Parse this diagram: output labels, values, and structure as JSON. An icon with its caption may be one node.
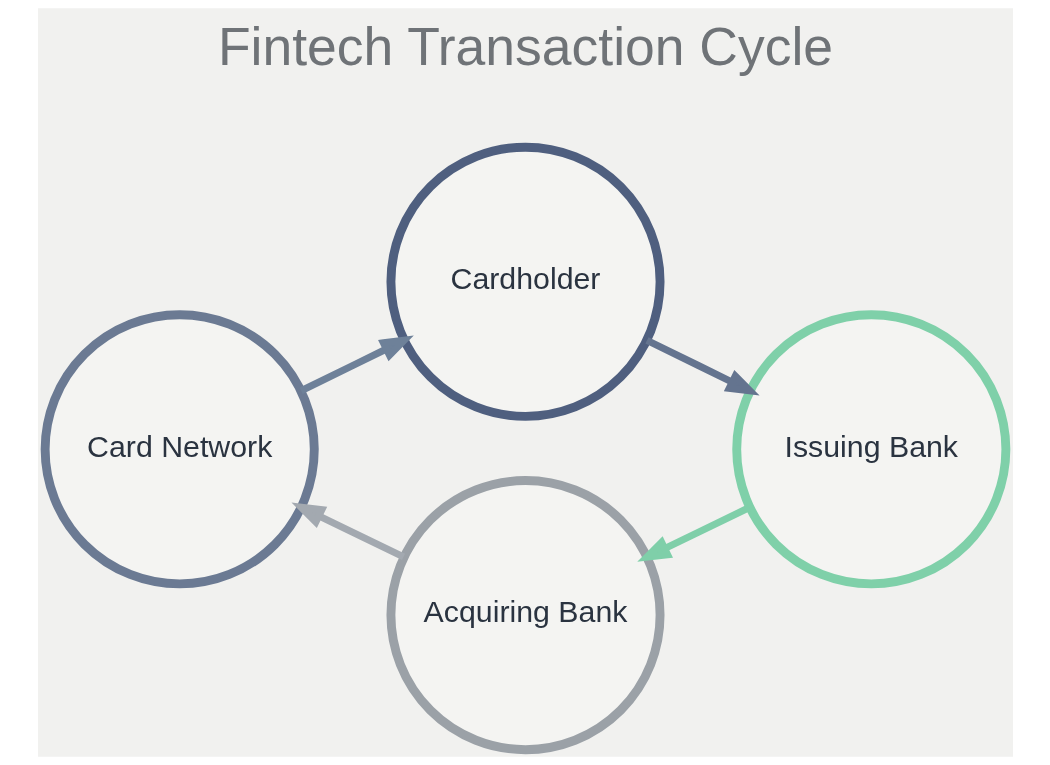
{
  "diagram": {
    "title": "Fintech Transaction Cycle",
    "nodes": [
      {
        "text": [
          "Cardholder"
        ]
      },
      {
        "text": [
          "Issuing Bank"
        ]
      },
      {
        "text": [
          "Acquiring Bank"
        ]
      },
      {
        "text": [
          "Card Network"
        ]
      }
    ],
    "edges": [
      {
        "from": 0,
        "to": 1,
        "arrow": "to",
        "color": "#64748f"
      },
      {
        "from": 1,
        "to": 2,
        "arrow": "to",
        "color": "#7fcfa9"
      },
      {
        "from": 2,
        "to": 3,
        "arrow": "to",
        "color": "#a3a9b0"
      },
      {
        "from": 3,
        "to": 0,
        "arrow": "to",
        "color": "#6e8199"
      }
    ]
  }
}
